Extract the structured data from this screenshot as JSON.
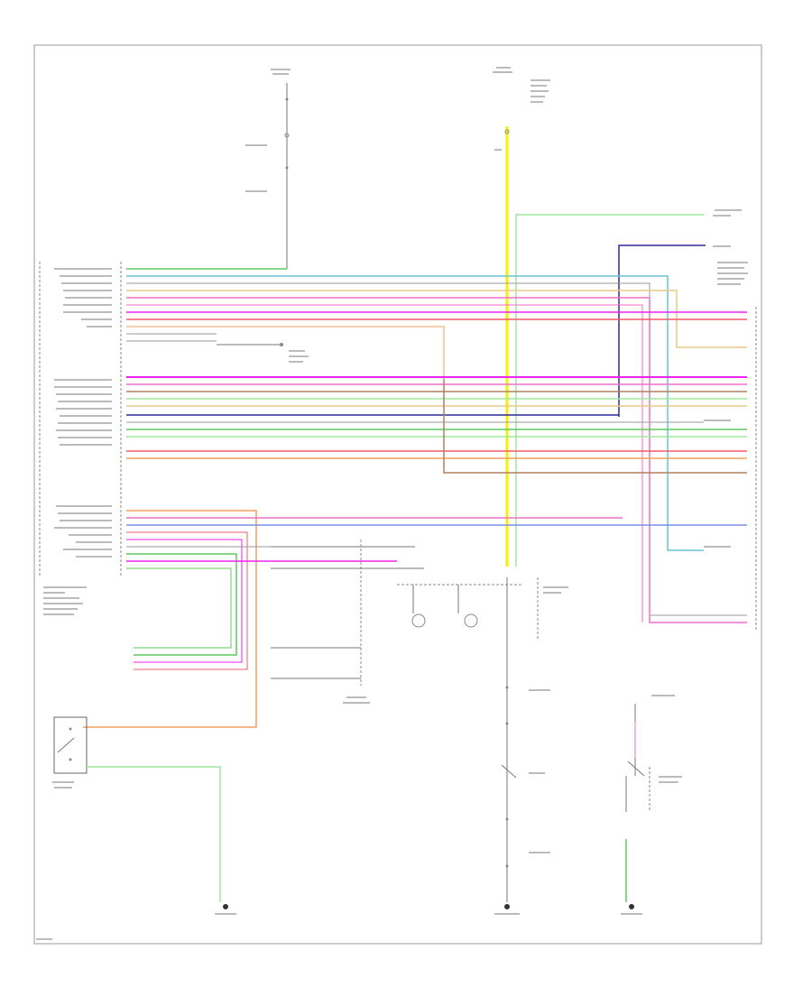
{
  "colors": {
    "background": "#ffffff",
    "frame": "#999999",
    "green": "#5ec85e",
    "lt_green": "#9fe89f",
    "yellow": "#f3f300",
    "blue": "#2a2a9a",
    "lt_blue": "#7d8ee8",
    "teal": "#66c7d6",
    "tan": "#e8c98a",
    "orange": "#f0a060",
    "pink": "#f06ec8",
    "magenta": "#ee22ee",
    "red": "#f05a6a",
    "brown": "#b08060",
    "violet": "#c8a0e0",
    "gray": "#999999"
  },
  "icons": [
    "ground-symbol",
    "switch-contact",
    "connector-pin"
  ]
}
